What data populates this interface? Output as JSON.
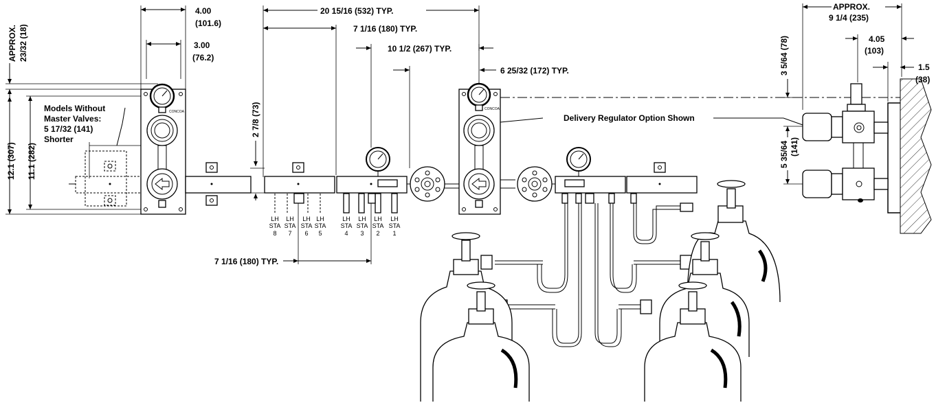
{
  "dimensions": {
    "width_4": "4.00",
    "width_4_mm": "(101.6)",
    "width_3": "3.00",
    "width_3_mm": "(76.2)",
    "approx_top": "APPROX.",
    "approx_top_val": "23/32 (18)",
    "height_total": "12.1 (307)",
    "height_inner": "11.1 (282)",
    "overall_typ": "20 15/16 (532) TYP.",
    "station_typ": "7 1/16 (180) TYP.",
    "span_typ": "10 1/2 (267) TYP.",
    "reg_typ": "6 25/32 (172) TYP.",
    "vertical_273": "2 7/8 (73)",
    "bottom_typ": "7 1/16 (180) TYP.",
    "approx_right": "APPROX.",
    "approx_right_val": "9 1/4 (235)",
    "right_405": "4.05",
    "right_405_mm": "(103)",
    "right_15": "1.5",
    "right_15_mm": "(38)",
    "right_upper": "3 5/64 (78)",
    "right_lower_a": "5 35/64",
    "right_lower_b": "(141)"
  },
  "notes": {
    "models_line1": "Models Without",
    "models_line2": "Master Valves:",
    "models_line3": "5 17/32 (141)",
    "models_line4": "Shorter",
    "delivery": "Delivery Regulator Option Shown"
  },
  "stations": [
    {
      "lh": "LH",
      "sta": "STA",
      "num": "8"
    },
    {
      "lh": "LH",
      "sta": "STA",
      "num": "7"
    },
    {
      "lh": "LH",
      "sta": "STA",
      "num": "6"
    },
    {
      "lh": "LH",
      "sta": "STA",
      "num": "5"
    },
    {
      "lh": "LH",
      "sta": "STA",
      "num": "4"
    },
    {
      "lh": "LH",
      "sta": "STA",
      "num": "3"
    },
    {
      "lh": "LH",
      "sta": "STA",
      "num": "2"
    },
    {
      "lh": "LH",
      "sta": "STA",
      "num": "1"
    }
  ]
}
